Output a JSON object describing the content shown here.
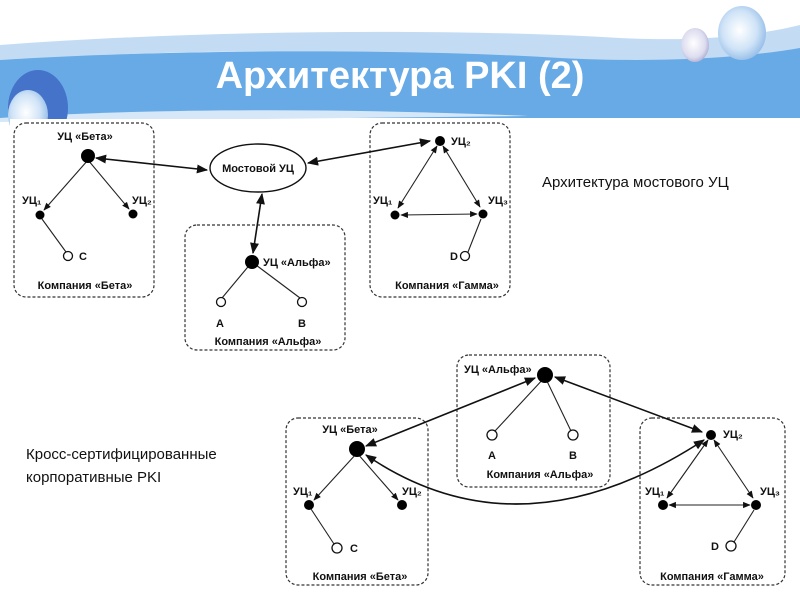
{
  "slide": {
    "title": "Архитектура PKI (2)",
    "colors": {
      "banner": "#67aae6",
      "banner_light": "#c3dcf4",
      "bubble_dark": "#4573c9"
    }
  },
  "captions": {
    "bridge": "Архитектура мостового УЦ",
    "cross_line1": "Кросс-сертифицированные",
    "cross_line2": "корпоративные PKI"
  },
  "bridge_diagram": {
    "bridge_ca": "Мостовой УЦ",
    "beta": {
      "root": "УЦ «Бета»",
      "ca1": "УЦ₁",
      "ca2": "УЦ₂",
      "user": "C",
      "company": "Компания «Бета»"
    },
    "alpha": {
      "root": "УЦ «Альфа»",
      "user_a": "A",
      "user_b": "B",
      "company": "Компания «Альфа»"
    },
    "gamma": {
      "ca1": "УЦ₁",
      "ca2": "УЦ₂",
      "ca3": "УЦ₃",
      "user": "D",
      "company": "Компания «Гамма»"
    }
  },
  "cross_diagram": {
    "beta": {
      "root": "УЦ «Бета»",
      "ca1": "УЦ₁",
      "ca2": "УЦ₂",
      "user": "C",
      "company": "Компания «Бета»"
    },
    "alpha": {
      "root": "УЦ «Альфа»",
      "user_a": "A",
      "user_b": "B",
      "company": "Компания «Альфа»"
    },
    "gamma": {
      "ca1": "УЦ₁",
      "ca2": "УЦ₂",
      "ca3": "УЦ₃",
      "user": "D",
      "company": "Компания «Гамма»"
    }
  }
}
